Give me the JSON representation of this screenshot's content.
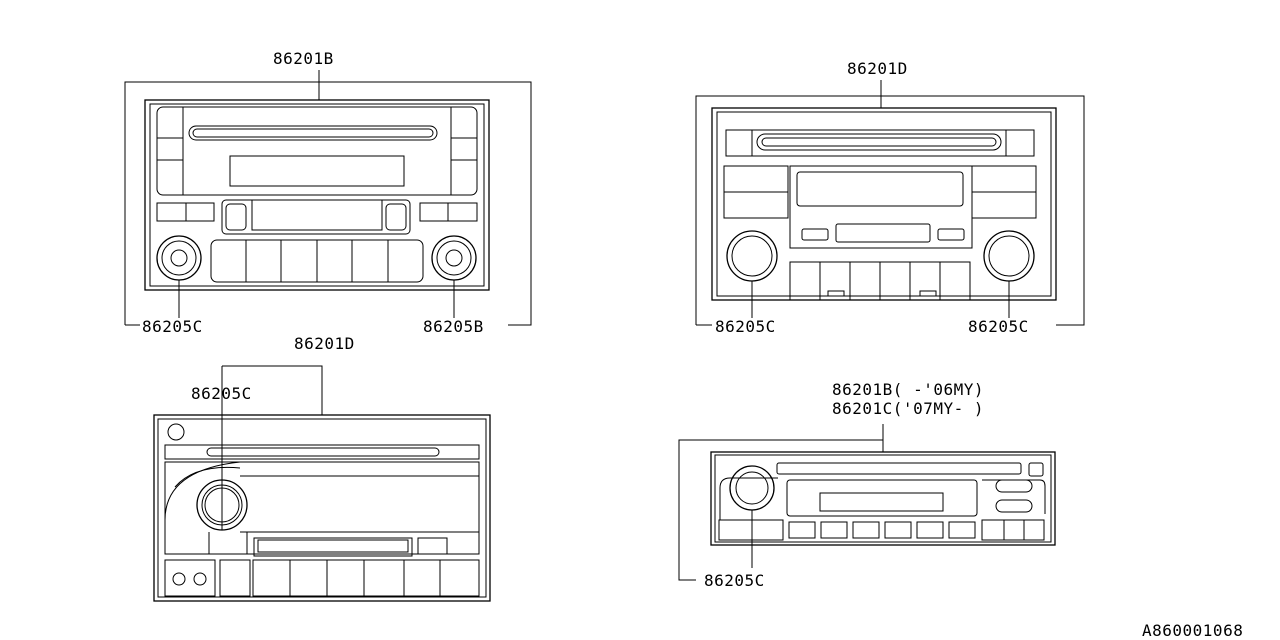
{
  "labels": {
    "r1_top": "86201B",
    "r1_left": "86205C",
    "r1_right": "86205B",
    "r2_top": "86201D",
    "r2_left": "86205C",
    "r2_right": "86205C",
    "r3_top": "86201D",
    "r3_knob": "86205C",
    "r4_top_a": "86201B( -'06MY)",
    "r4_top_b": "86201C('07MY- )",
    "r4_knob": "86205C"
  },
  "figure_id": "A860001068"
}
